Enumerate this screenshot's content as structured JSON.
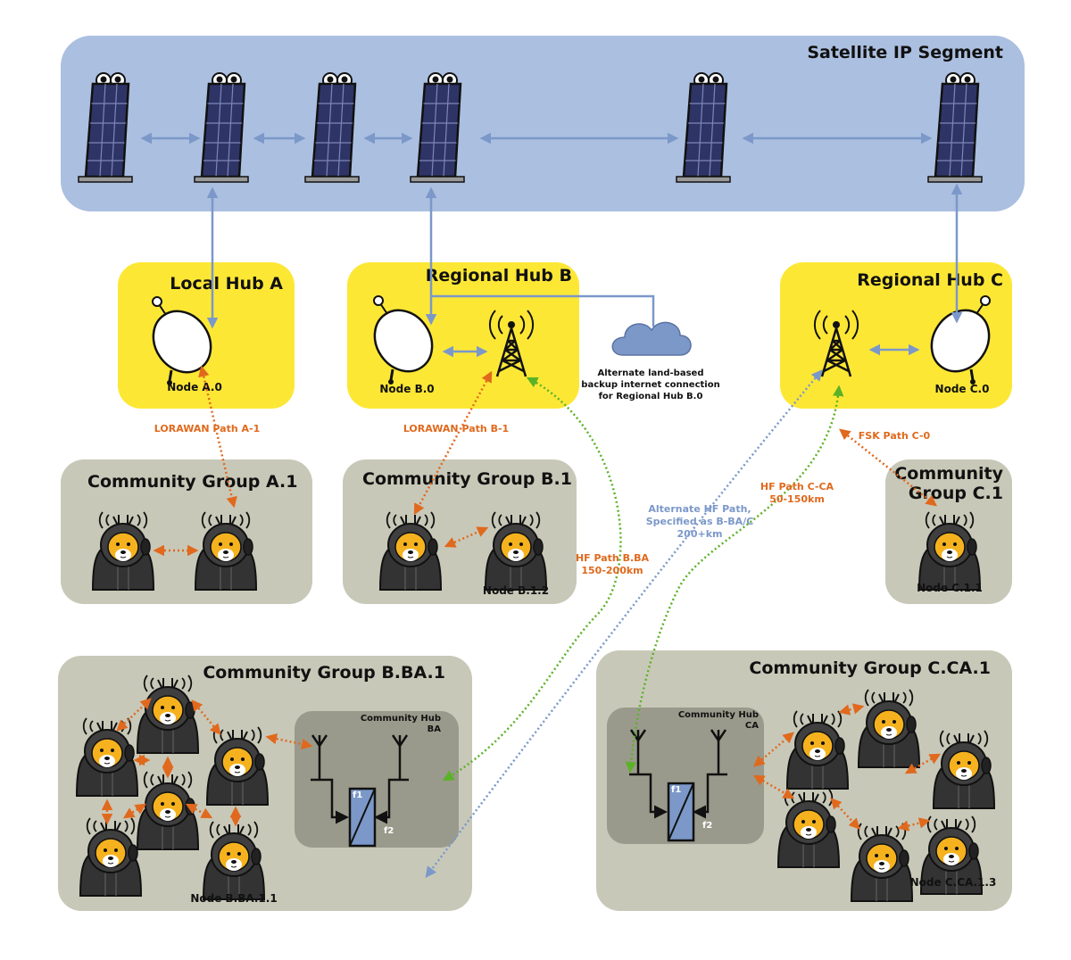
{
  "satellite_segment": {
    "title": "Satellite IP Segment"
  },
  "hubs": {
    "a": {
      "title": "Local Hub A",
      "node": "Node A.0"
    },
    "b": {
      "title": "Regional Hub B",
      "node": "Node B.0"
    },
    "c": {
      "title": "Regional Hub C",
      "node": "Node C.0"
    }
  },
  "cloud": {
    "lines": [
      "Alternate land-based",
      "backup internet connection",
      "for Regional Hub B.0"
    ]
  },
  "paths": {
    "lorawan_a": "LORAWAN Path A-1",
    "lorawan_b": "LORAWAN Path B-1",
    "fsk_c": "FSK Path C-0",
    "hf_bba": [
      "HF Path B.BA",
      "150-200km"
    ],
    "hf_cca": [
      "HF Path C-CA",
      "50-150km"
    ],
    "alt_hf": [
      "Alternate HF Path,",
      "Specified as B-BA/C",
      "200+km"
    ]
  },
  "groups": {
    "a1": {
      "title": "Community Group A.1"
    },
    "b1": {
      "title": "Community Group B.1",
      "node": "Node B.1.2"
    },
    "c1": {
      "title_lines": [
        "Community",
        "Group C.1"
      ],
      "node": "Node C.1.1"
    },
    "bba1": {
      "title": "Community Group B.BA.1",
      "node": "Node B.BA.1.1"
    },
    "cca1": {
      "title": "Community Group C.CA.1",
      "node": "Node C.CA.1.3"
    }
  },
  "community_hubs": {
    "ba": {
      "title_lines": [
        "Community Hub",
        "BA"
      ],
      "f1": "f1",
      "f2": "f2"
    },
    "ca": {
      "title_lines": [
        "Community Hub",
        "CA"
      ],
      "f1": "f1",
      "f2": "f2"
    }
  },
  "colors": {
    "satellite_bg": "#abbfe0",
    "hub_yellow": "#fde735",
    "group_gray": "#c8c8b8",
    "hub_gray": "#9a9a8c",
    "link_blue": "#7b98c9",
    "lora_orange": "#e0691d",
    "hf_green": "#5bb226"
  }
}
